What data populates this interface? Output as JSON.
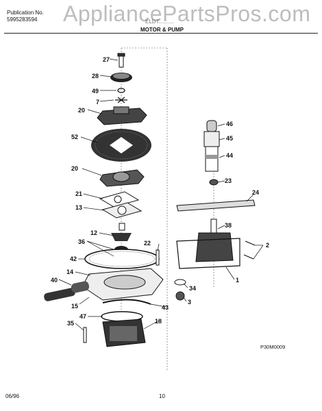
{
  "header": {
    "publication_label": "Publication No.",
    "publication_number": "5995283594",
    "model": "ELDT..........",
    "section_title": "MOTOR & PUMP",
    "watermark": "AppliancePartsPros.com"
  },
  "footer": {
    "date": "06/96",
    "page": "10",
    "drawing_code": "P30M0009"
  },
  "callouts": [
    "27",
    "28",
    "49",
    "7",
    "20",
    "52",
    "20",
    "21",
    "13",
    "12",
    "36",
    "42",
    "40",
    "14",
    "15",
    "35",
    "47",
    "22",
    "18",
    "43",
    "46",
    "45",
    "44",
    "23",
    "24",
    "38",
    "2",
    "34",
    "3",
    "1"
  ]
}
